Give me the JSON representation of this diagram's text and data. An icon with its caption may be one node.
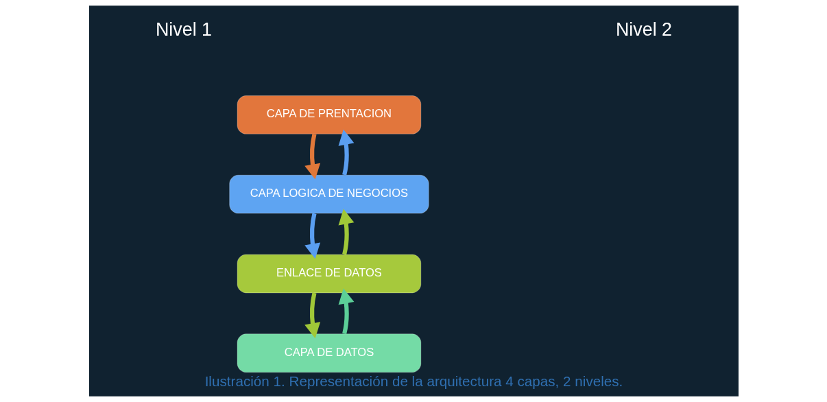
{
  "diagram": {
    "caption": "Ilustración 1. Representación de la arquitectura 4 capas, 2 niveles.",
    "nodes": [
      {
        "text": [
          "CAPA DE PRENTACION"
        ]
      },
      {
        "text": [
          "CAPA LOGICA DE NEGOCIOS"
        ]
      },
      {
        "text": [
          "CAPA DE DATOS"
        ]
      },
      {
        "text": [
          "ENLACE DE DATOS"
        ]
      }
    ],
    "edges": [
      {
        "from": 0,
        "to": 1,
        "arrow": "to",
        "color": "#e0783a"
      },
      {
        "from": 1,
        "to": 0,
        "arrow": "to",
        "color": "#5a9ef0"
      },
      {
        "from": 1,
        "to": 3,
        "arrow": "to",
        "color": "#5a9ef0"
      },
      {
        "from": 3,
        "to": 1,
        "arrow": "to",
        "color": "#a0c838"
      },
      {
        "from": 2,
        "to": 3,
        "arrow": "to",
        "color": "#5ccf98"
      },
      {
        "from": 3,
        "to": 2,
        "arrow": "to",
        "color": "#a0c838"
      }
    ],
    "labels": [
      "Nivel 1",
      "Nivel 2"
    ]
  }
}
